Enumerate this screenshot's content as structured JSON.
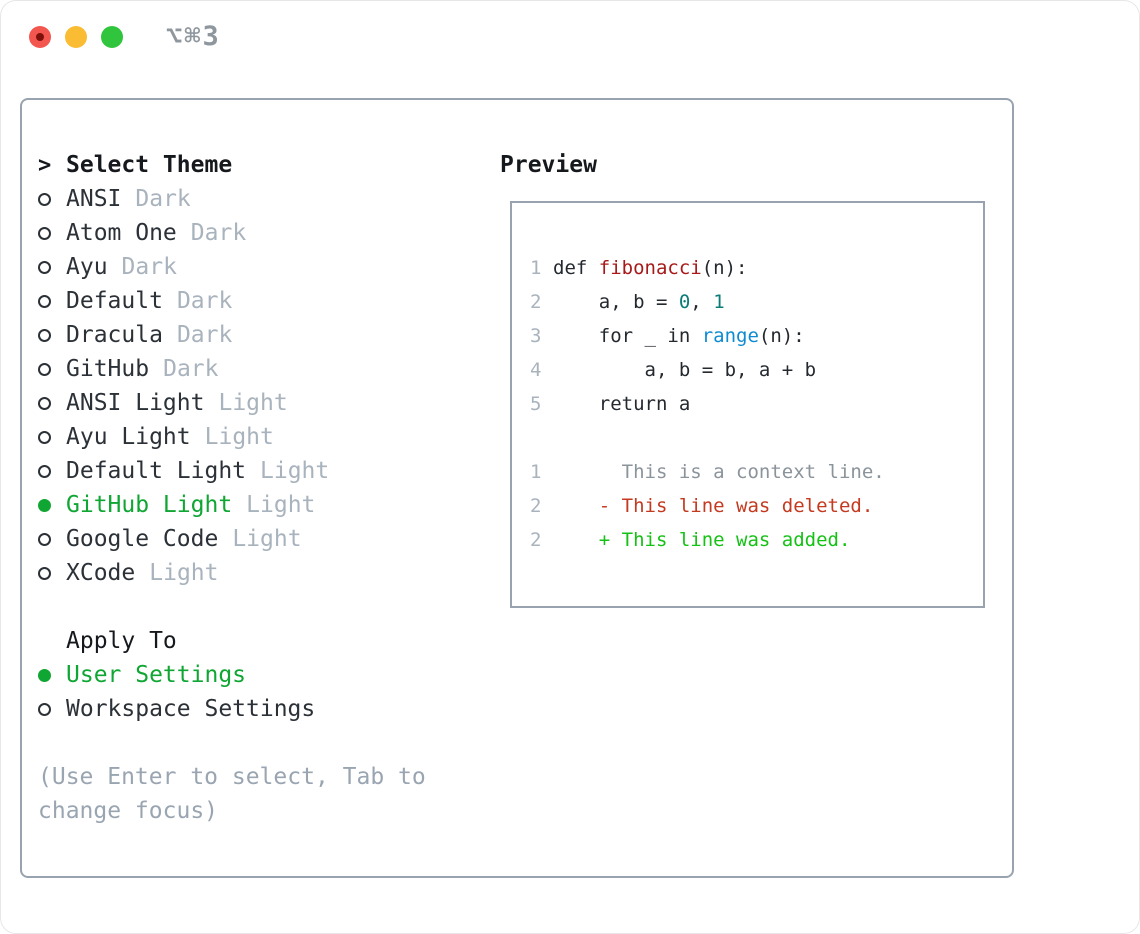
{
  "titlebar": {
    "title": "⌥⌘3",
    "traffic_lights": [
      {
        "name": "close"
      },
      {
        "name": "minimize"
      },
      {
        "name": "zoom"
      }
    ]
  },
  "colors": {
    "panel-border": "#98a3af",
    "text-dark": "#2b3137",
    "text-black": "#15191d",
    "muted": "#a9b3bd",
    "help": "#9aa5b2",
    "green": "#10a633",
    "code-fg": "#24292f",
    "line-number": "#a9b3bd",
    "func-red": "#a81a1a",
    "number-teal": "#0c7d76",
    "builtin-blue": "#0e8bd1",
    "context-gray": "#8b939b",
    "deleted-red": "#c43a20",
    "added-green": "#15c115",
    "titlebar-gray": "#8f979e",
    "light-red": "#f2564f",
    "light-red-dot": "#7d100b",
    "light-yellow": "#f9bc33",
    "light-green": "#30c53c"
  },
  "theme_picker": {
    "prompt": ">",
    "title": "Select Theme",
    "themes": [
      {
        "name": "ANSI",
        "variant": "Dark",
        "selected": false
      },
      {
        "name": "Atom One",
        "variant": "Dark",
        "selected": false
      },
      {
        "name": "Ayu",
        "variant": "Dark",
        "selected": false
      },
      {
        "name": "Default",
        "variant": "Dark",
        "selected": false
      },
      {
        "name": "Dracula",
        "variant": "Dark",
        "selected": false
      },
      {
        "name": "GitHub",
        "variant": "Dark",
        "selected": false
      },
      {
        "name": "ANSI Light",
        "variant": "Light",
        "selected": false
      },
      {
        "name": "Ayu Light",
        "variant": "Light",
        "selected": false
      },
      {
        "name": "Default Light",
        "variant": "Light",
        "selected": false
      },
      {
        "name": "GitHub Light",
        "variant": "Light",
        "selected": true
      },
      {
        "name": "Google Code",
        "variant": "Light",
        "selected": false
      },
      {
        "name": "XCode",
        "variant": "Light",
        "selected": false
      }
    ],
    "apply_to": {
      "title": "Apply To",
      "options": [
        {
          "name": "User Settings",
          "selected": true
        },
        {
          "name": "Workspace Settings",
          "selected": false
        }
      ]
    },
    "help_text": "(Use Enter to select, Tab to change focus)"
  },
  "preview": {
    "title": "Preview",
    "lines": [
      {
        "num": "1",
        "segments": [
          {
            "t": "def ",
            "c": "fg"
          },
          {
            "t": "fibonacci",
            "c": "func"
          },
          {
            "t": "(n):",
            "c": "fg"
          }
        ]
      },
      {
        "num": "2",
        "segments": [
          {
            "t": "    a, b = ",
            "c": "fg"
          },
          {
            "t": "0",
            "c": "num"
          },
          {
            "t": ", ",
            "c": "fg"
          },
          {
            "t": "1",
            "c": "num"
          }
        ]
      },
      {
        "num": "3",
        "segments": [
          {
            "t": "    for _ in ",
            "c": "fg"
          },
          {
            "t": "range",
            "c": "builtin"
          },
          {
            "t": "(n):",
            "c": "fg"
          }
        ]
      },
      {
        "num": "4",
        "segments": [
          {
            "t": "        a, b = b, a + b",
            "c": "fg"
          }
        ]
      },
      {
        "num": "5",
        "segments": [
          {
            "t": "    return a",
            "c": "fg"
          }
        ]
      },
      {
        "num": "",
        "segments": []
      },
      {
        "num": "1",
        "segments": [
          {
            "t": "      This is a context line.",
            "c": "ctx"
          }
        ]
      },
      {
        "num": "2",
        "segments": [
          {
            "t": "    - This line was deleted.",
            "c": "del"
          }
        ]
      },
      {
        "num": "2",
        "segments": [
          {
            "t": "    + This line was added.",
            "c": "add"
          }
        ]
      }
    ]
  }
}
